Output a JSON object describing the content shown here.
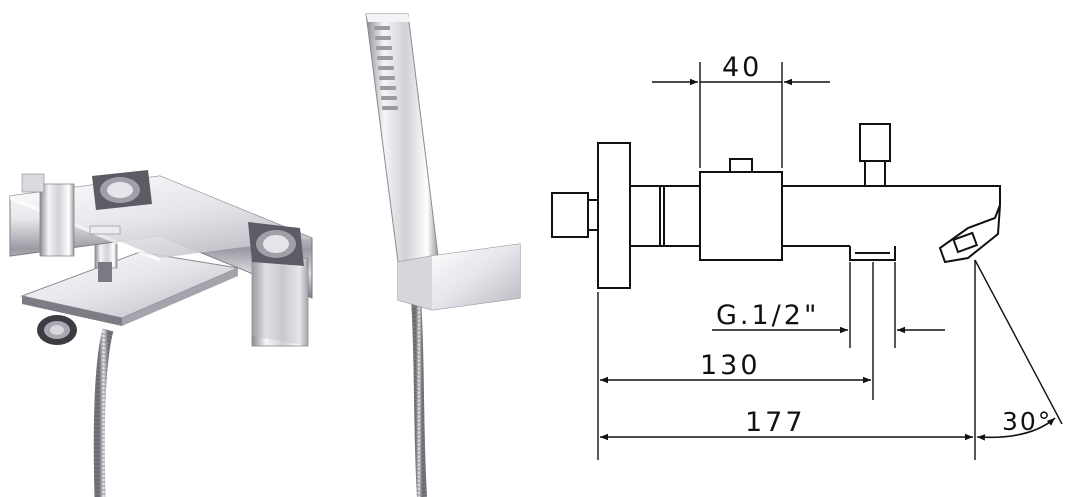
{
  "images": {
    "mixer_photo": "bath-shower-thermostatic-mixer",
    "handshower_photo": "square-hand-shower-with-holder-and-hose"
  },
  "drawing": {
    "dimensions": {
      "width_body": "40",
      "thread": "G.1/2\"",
      "centre_distance": "130",
      "overall_length": "177",
      "spout_angle": "30°"
    }
  },
  "colors": {
    "line": "#111111",
    "chrome_light": "#f4f4f6",
    "chrome_dark": "#4a4a50"
  }
}
